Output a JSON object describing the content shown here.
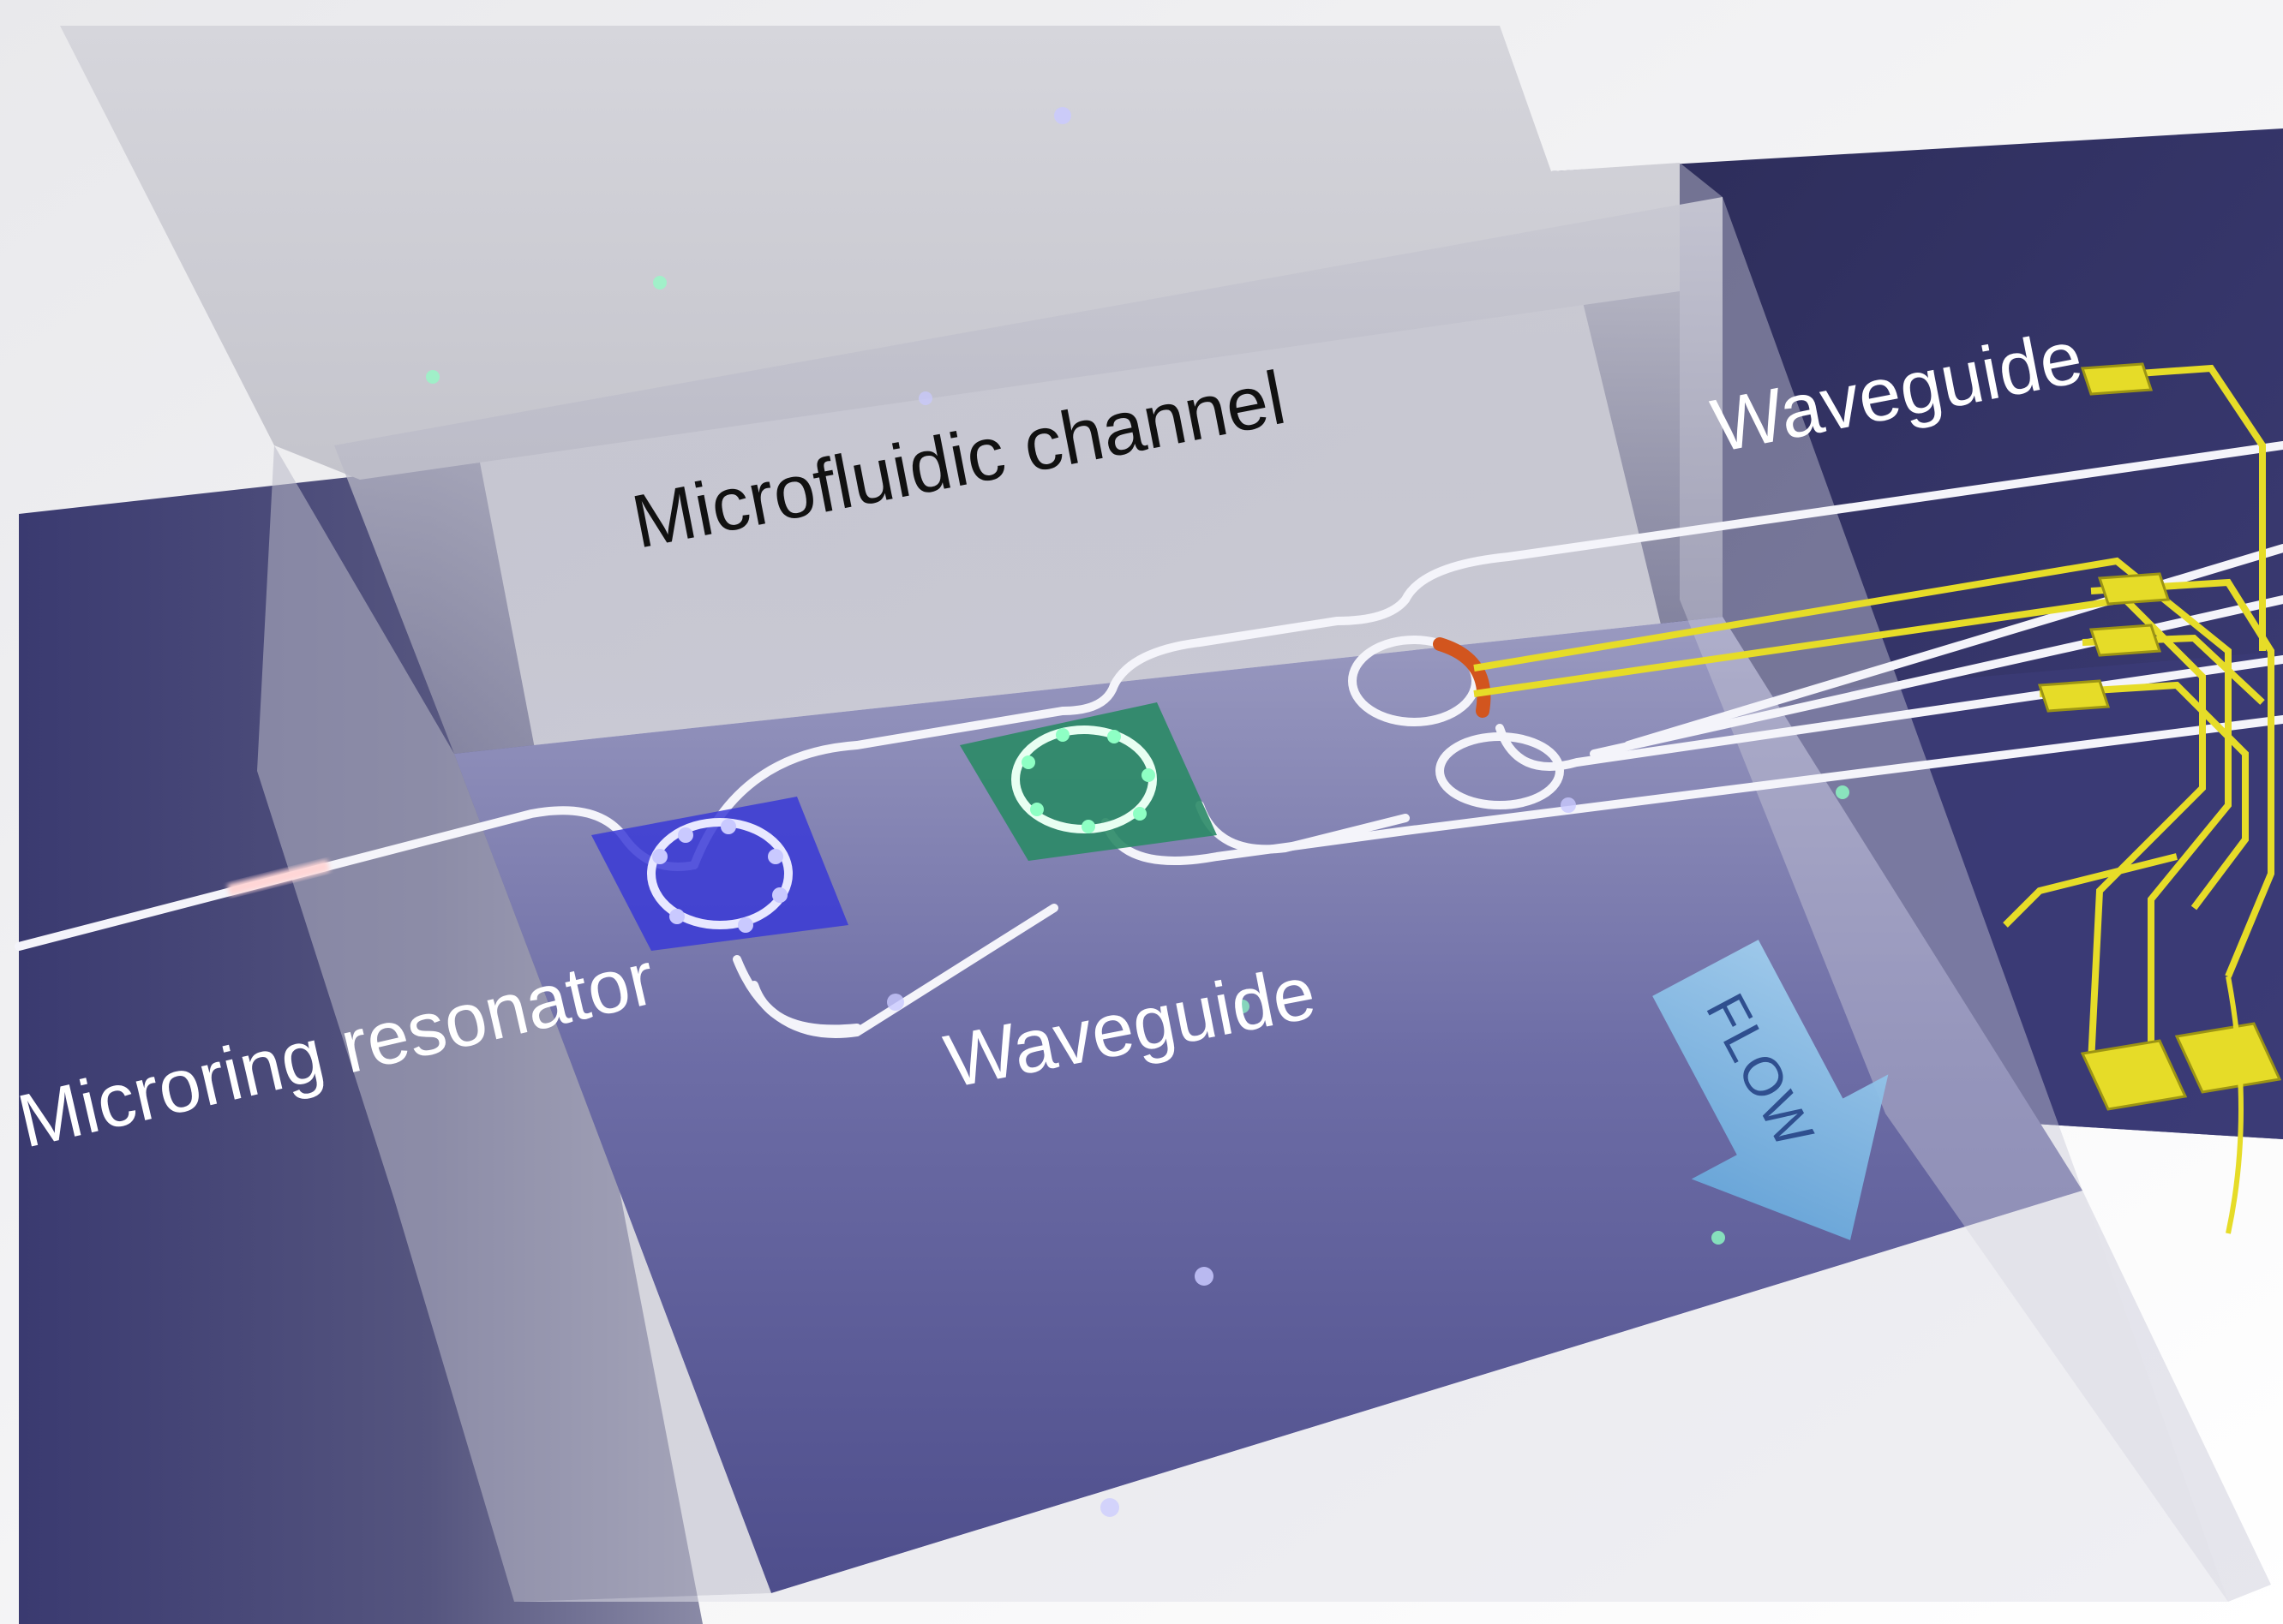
{
  "labels": {
    "microfluidic_channel": "Microfluidic channel",
    "waveguide_top": "Waveguide",
    "waveguide_bottom": "Waveguide",
    "microring_resonator": "Microring resonator",
    "flow": "FLOW"
  },
  "colors": {
    "substrate": "#4a4a8f",
    "substrate_dark": "#23234a",
    "channel_glass": "#c8c8d4",
    "waveguide": "#f2f2f7",
    "ring_blue": "#3434c8",
    "ring_green": "#1a7a5a",
    "heater_orange": "#d2551e",
    "electrode": "#e6dc28",
    "flow_arrow": "#6fb0e0"
  },
  "icons": {
    "flow_direction": "arrow-down-right-icon"
  }
}
